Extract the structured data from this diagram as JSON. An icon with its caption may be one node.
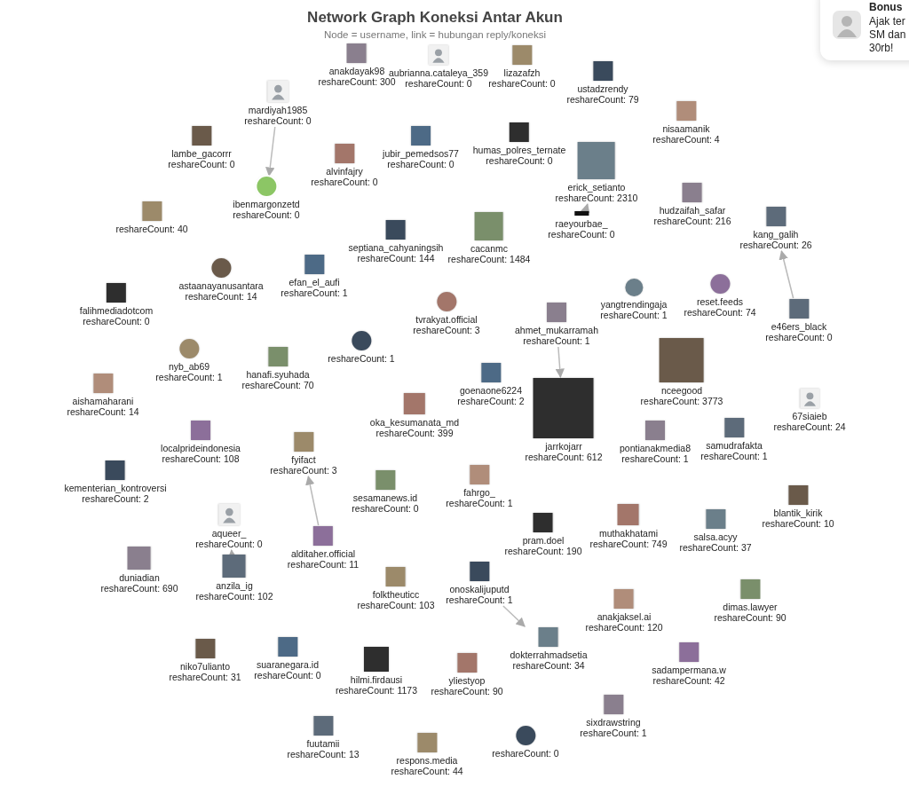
{
  "diagram": {
    "title": "Network Graph Koneksi Antar Akun",
    "nodes": [
      {
        "text": [
          "anakdayak98",
          "reshareCount: 300"
        ]
      },
      {
        "text": [
          "aubrianna.cataleya_359",
          "reshareCount: 0"
        ]
      },
      {
        "text": [
          "lizazafzh",
          "reshareCount: 0"
        ]
      },
      {
        "text": [
          "ustadzrendy",
          "reshareCount: 79"
        ]
      },
      {
        "text": [
          "mardiyah1985",
          "reshareCount: 0"
        ]
      },
      {
        "text": [
          "nisaamanik",
          "reshareCount: 4"
        ]
      },
      {
        "text": [
          "lambe_gacorrr",
          "reshareCount: 0"
        ]
      },
      {
        "text": [
          "jubir_pemedsos77",
          "reshareCount: 0"
        ]
      },
      {
        "text": [
          "humas_polres_ternate",
          "reshareCount: 0"
        ]
      },
      {
        "text": [
          "alvinfajry",
          "reshareCount: 0"
        ]
      },
      {
        "text": [
          "erick_setianto",
          "reshareCount: 2310"
        ]
      },
      {
        "text": [
          "ibenmargonzetd",
          "reshareCount: 0"
        ]
      },
      {
        "text": [
          "hudzaifah_safar",
          "reshareCount: 216"
        ]
      },
      {
        "text": [
          "kang_galih",
          "reshareCount: 26"
        ]
      },
      {
        "text": [
          "reshareCount: 40"
        ]
      },
      {
        "text": [
          "septiana_cahyaningsih",
          "reshareCount: 144"
        ]
      },
      {
        "text": [
          "cacanmc",
          "reshareCount: 1484"
        ]
      },
      {
        "text": [
          "raeyourbae_",
          "reshareCount: 0"
        ]
      },
      {
        "text": [
          "astaanayanusantara",
          "reshareCount: 14"
        ]
      },
      {
        "text": [
          "efan_el_aufi",
          "reshareCount: 1"
        ]
      },
      {
        "text": [
          "falihmediadotcom",
          "reshareCount: 0"
        ]
      },
      {
        "text": [
          "tvrakyat.official",
          "reshareCount: 3"
        ]
      },
      {
        "text": [
          "yangtrendingaja",
          "reshareCount: 1"
        ]
      },
      {
        "text": [
          "reset.feeds",
          "reshareCount: 74"
        ]
      },
      {
        "text": [
          "ahmet_mukarramah",
          "reshareCount: 1"
        ]
      },
      {
        "text": [
          "e46ers_black",
          "reshareCount: 0"
        ]
      },
      {
        "text": [
          "nyb_ab69",
          "reshareCount: 1"
        ]
      },
      {
        "text": [
          "reshareCount: 1"
        ]
      },
      {
        "text": [
          "hanafi.syuhada",
          "reshareCount: 70"
        ]
      },
      {
        "text": [
          "aishamaharani",
          "reshareCount: 14"
        ]
      },
      {
        "text": [
          "nceegood",
          "reshareCount: 3773"
        ]
      },
      {
        "text": [
          "goenaone6224",
          "reshareCount: 2"
        ]
      },
      {
        "text": [
          "jarrkojarr",
          "reshareCount: 612"
        ]
      },
      {
        "text": [
          "oka_kesumanata_md",
          "reshareCount: 399"
        ]
      },
      {
        "text": [
          "67siaieb",
          "reshareCount: 24"
        ]
      },
      {
        "text": [
          "localprideindonesia",
          "reshareCount: 108"
        ]
      },
      {
        "text": [
          "pontianakmedia8",
          "reshareCount: 1"
        ]
      },
      {
        "text": [
          "samudrafakta",
          "reshareCount: 1"
        ]
      },
      {
        "text": [
          "fyifact",
          "reshareCount: 3"
        ]
      },
      {
        "text": [
          "kementerian_kontroversi",
          "reshareCount: 2"
        ]
      },
      {
        "text": [
          "sesamanews.id",
          "reshareCount: 0"
        ]
      },
      {
        "text": [
          "fahrgo_",
          "reshareCount: 1"
        ]
      },
      {
        "text": [
          "blantik_kirik",
          "reshareCount: 10"
        ]
      },
      {
        "text": [
          "aqueer_",
          "reshareCount: 0"
        ]
      },
      {
        "text": [
          "pram.doel",
          "reshareCount: 190"
        ]
      },
      {
        "text": [
          "muthakhatami",
          "reshareCount: 749"
        ]
      },
      {
        "text": [
          "salsa.acyy",
          "reshareCount: 37"
        ]
      },
      {
        "text": [
          "alditaher.official",
          "reshareCount: 11"
        ]
      },
      {
        "text": [
          "duniadian",
          "reshareCount: 690"
        ]
      },
      {
        "text": [
          "anzila_ig",
          "reshareCount: 102"
        ]
      },
      {
        "text": [
          "folktheuticc",
          "reshareCount: 103"
        ]
      },
      {
        "text": [
          "onoskalijuputd",
          "reshareCount: 1"
        ]
      },
      {
        "text": [
          "dimas.lawyer",
          "reshareCount: 90"
        ]
      },
      {
        "text": [
          "anakjaksel.ai",
          "reshareCount: 120"
        ]
      },
      {
        "text": [
          "niko7ulianto",
          "reshareCount: 31"
        ]
      },
      {
        "text": [
          "suaranegara.id",
          "reshareCount: 0"
        ]
      },
      {
        "text": [
          "hilmi.firdausi",
          "reshareCount: 1173"
        ]
      },
      {
        "text": [
          "yliestyop",
          "reshareCount: 90"
        ]
      },
      {
        "text": [
          "dokterrahmadsetia",
          "reshareCount: 34"
        ]
      },
      {
        "text": [
          "sadampermana.w",
          "reshareCount: 42"
        ]
      },
      {
        "text": [
          "sixdrawstring",
          "reshareCount: 1"
        ]
      },
      {
        "text": [
          "fuutamii",
          "reshareCount: 13"
        ]
      },
      {
        "text": [
          "respons.media",
          "reshareCount: 44"
        ]
      },
      {
        "text": [
          "reshareCount: 0"
        ]
      }
    ],
    "edges": [
      {
        "from": 4,
        "to": 11,
        "arrow": "to"
      },
      {
        "from": 17,
        "to": 10,
        "arrow": "to"
      },
      {
        "from": 25,
        "to": 13,
        "arrow": "to"
      },
      {
        "from": 24,
        "to": 32,
        "arrow": "to"
      },
      {
        "from": 47,
        "to": 38,
        "arrow": "to"
      },
      {
        "from": 49,
        "to": 43,
        "arrow": "to"
      },
      {
        "from": 51,
        "to": 58,
        "arrow": "to"
      }
    ],
    "labels": [
      "Node = username, link = hubungan reply/koneksi",
      "Bonus",
      "Ajak ter SM dan 30rb!"
    ]
  }
}
